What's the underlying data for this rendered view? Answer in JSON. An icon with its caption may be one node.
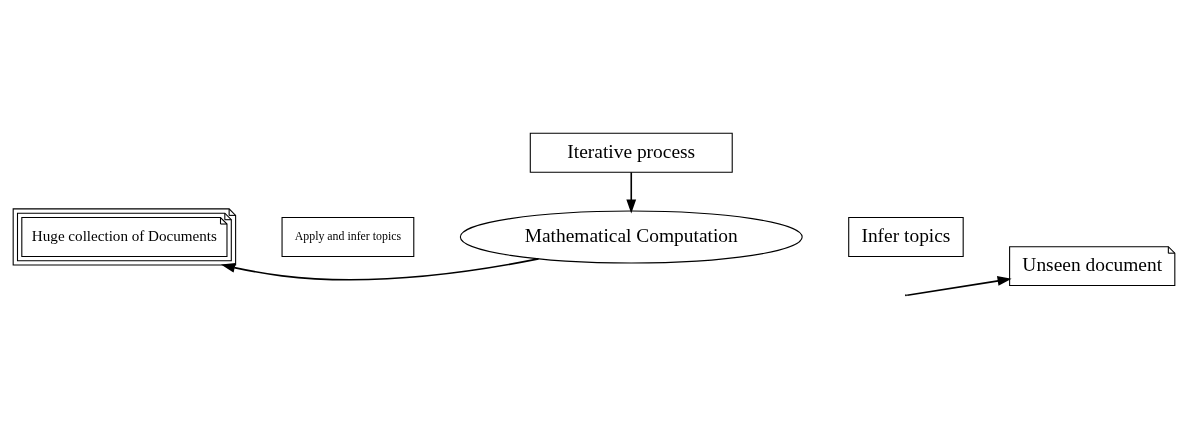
{
  "diagram": {
    "nodes": [
      {
        "text": [
          "Huge collection of Documents"
        ]
      },
      {
        "text": [
          "Apply and infer topics"
        ]
      },
      {
        "text": [
          "Mathematical Computation"
        ]
      },
      {
        "text": [
          "Infer topics"
        ]
      },
      {
        "text": [
          "Unseen document"
        ]
      },
      {
        "text": [
          "Iterative process"
        ]
      }
    ],
    "edges": [
      {
        "from": 2,
        "to": 0,
        "arrow": "to"
      },
      {
        "from": 5,
        "to": 2,
        "arrow": "to"
      },
      {
        "from": null,
        "to": 4,
        "arrow": "to"
      }
    ]
  }
}
